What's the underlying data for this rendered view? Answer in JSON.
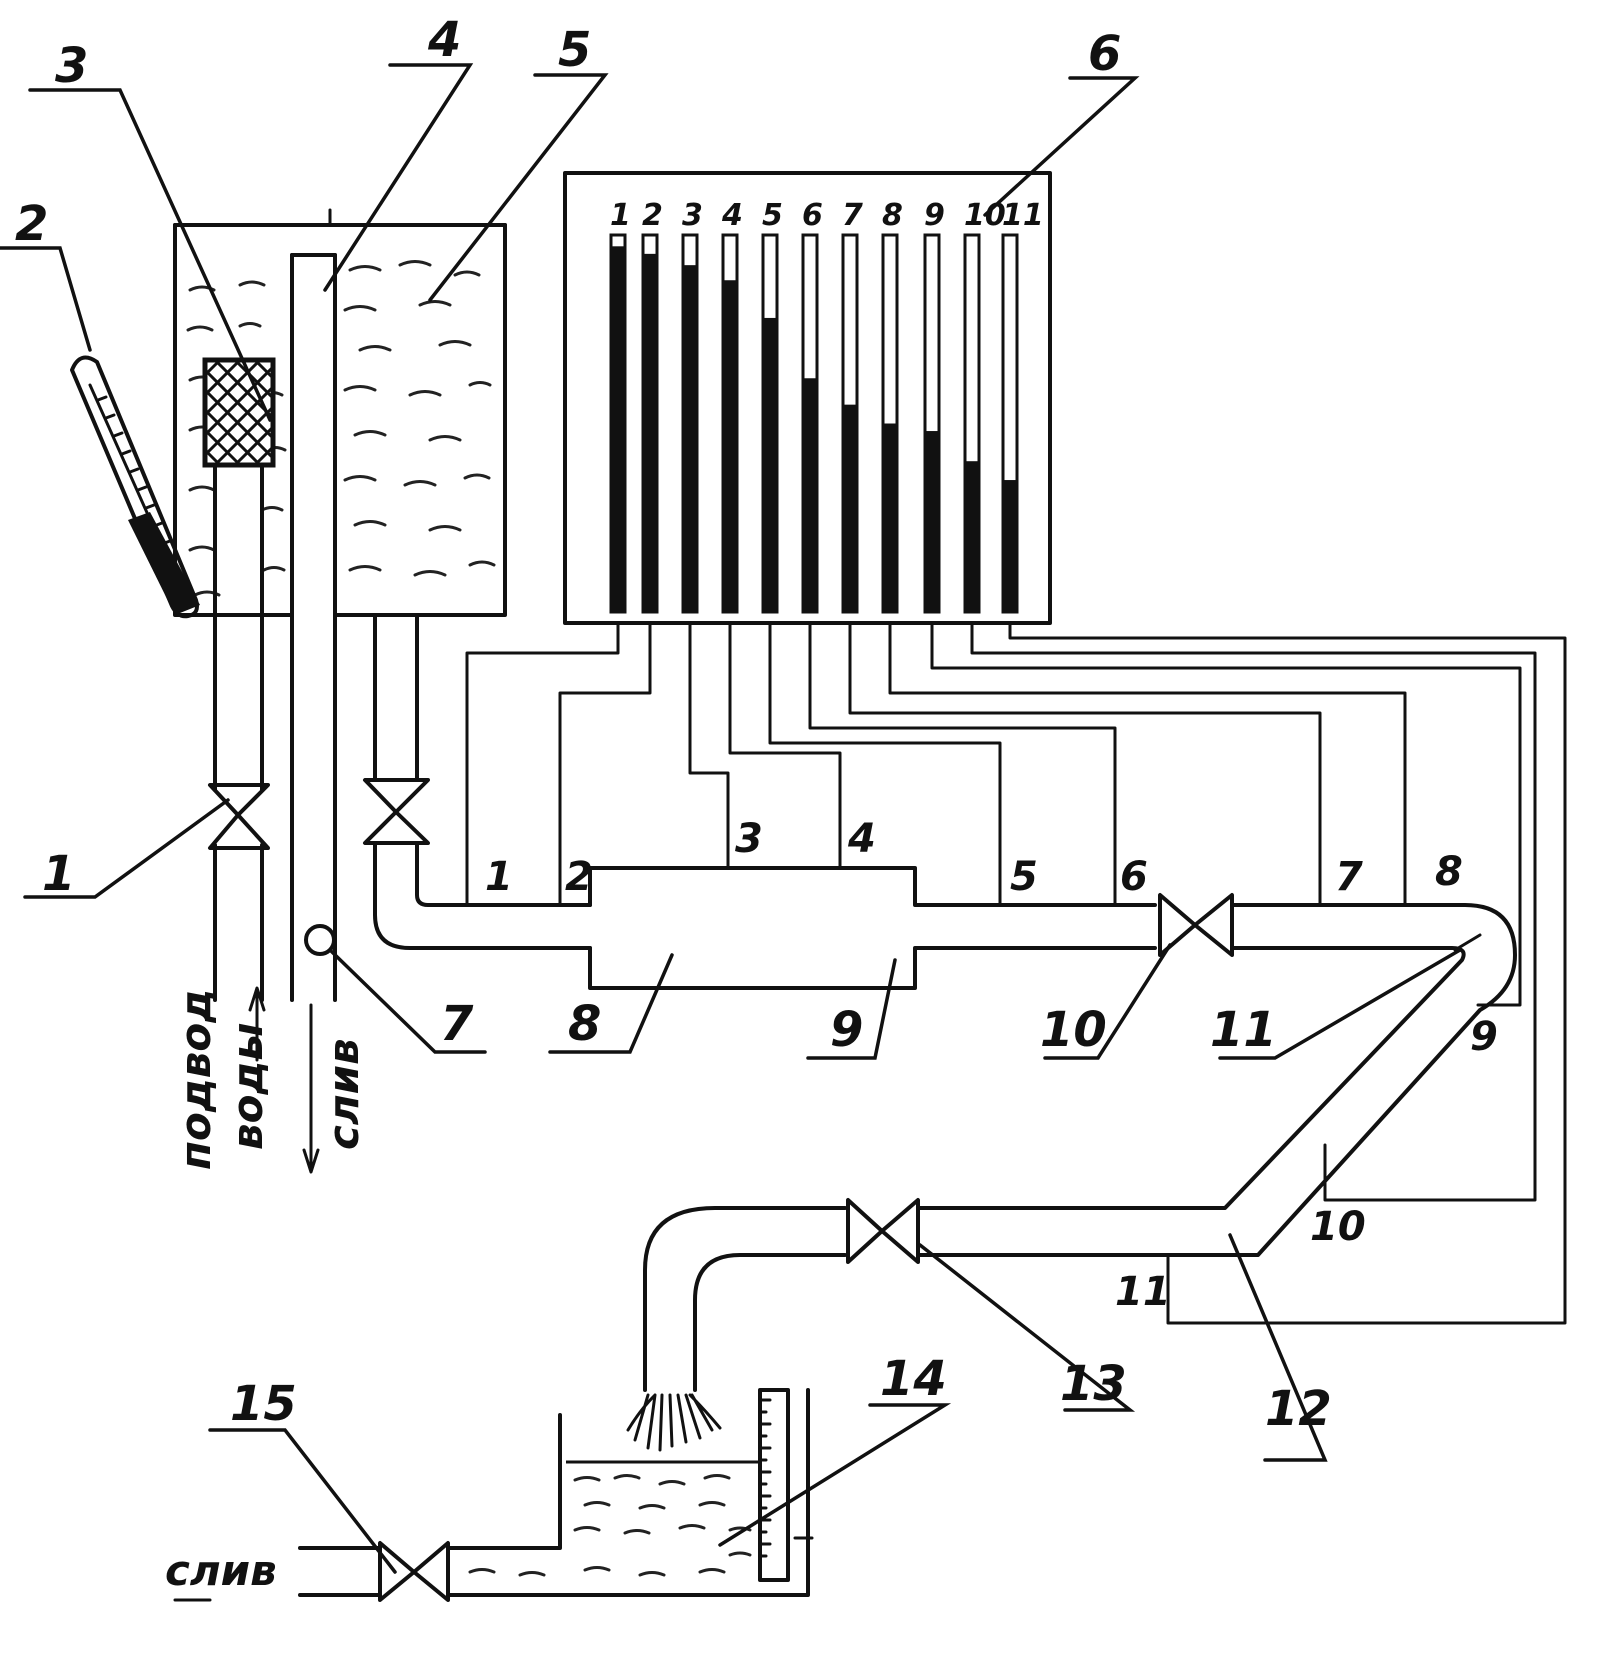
{
  "callouts": {
    "c1": "1",
    "c2": "2",
    "c3": "3",
    "c4": "4",
    "c5": "5",
    "c6": "6",
    "c7a": "7",
    "c7b": "7",
    "c8": "8",
    "c9": "9",
    "c10": "10",
    "c11": "11",
    "c12": "12",
    "c13": "13",
    "c14": "14",
    "c15": "15"
  },
  "piezometers": {
    "labels": [
      "1",
      "2",
      "3",
      "4",
      "5",
      "6",
      "7",
      "8",
      "9",
      "10",
      "11"
    ],
    "levels": [
      0.97,
      0.95,
      0.92,
      0.88,
      0.78,
      0.62,
      0.55,
      0.5,
      0.48,
      0.4,
      0.35
    ]
  },
  "taps": [
    "1",
    "2",
    "3",
    "4",
    "5",
    "6",
    "7",
    "8",
    "9",
    "10",
    "11"
  ],
  "captions": {
    "supply_1": "подвод",
    "supply_2": "воды",
    "drain_top": "слив",
    "drain_bottom": "слив"
  }
}
